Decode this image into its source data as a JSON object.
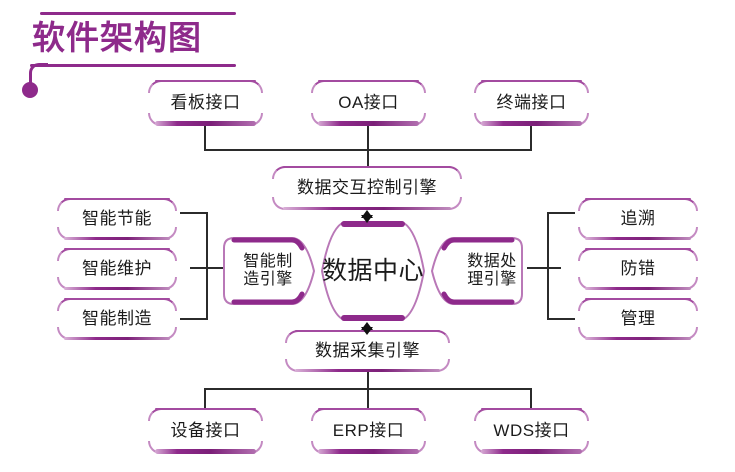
{
  "title": "软件架构图",
  "accent_color": "#8e2a8b",
  "connector_color": "#2b2b2b",
  "background_color": "#ffffff",
  "diagram": {
    "type": "architecture-block-diagram",
    "top_interfaces": [
      {
        "id": "kanban-interface",
        "label": "看板接口"
      },
      {
        "id": "oa-interface",
        "label": "OA接口"
      },
      {
        "id": "terminal-interface",
        "label": "终端接口"
      }
    ],
    "bottom_interfaces": [
      {
        "id": "equipment-interface",
        "label": "设备接口"
      },
      {
        "id": "erp-interface",
        "label": "ERP接口"
      },
      {
        "id": "wds-interface",
        "label": "WDS接口"
      }
    ],
    "left_modules": [
      {
        "id": "smart-energy-saving",
        "label": "智能节能"
      },
      {
        "id": "smart-maintenance",
        "label": "智能维护"
      },
      {
        "id": "smart-manufacturing",
        "label": "智能制造"
      }
    ],
    "right_modules": [
      {
        "id": "traceability",
        "label": "追溯"
      },
      {
        "id": "error-proofing",
        "label": "防错"
      },
      {
        "id": "management",
        "label": "管理"
      }
    ],
    "engines": {
      "top": {
        "id": "data-interaction-control-engine",
        "label": "数据交互控制引擎"
      },
      "bottom": {
        "id": "data-acquisition-engine",
        "label": "数据采集引擎"
      },
      "left": {
        "id": "smart-manufacturing-engine",
        "label": "智能制\n造引擎"
      },
      "right": {
        "id": "data-processing-engine",
        "label": "数据处\n理引擎"
      },
      "center": {
        "id": "data-center",
        "label": "数据中心"
      }
    }
  }
}
